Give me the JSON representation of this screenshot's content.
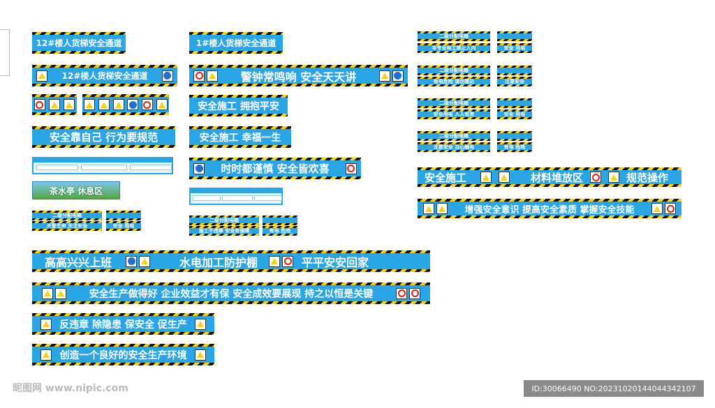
{
  "signs": {
    "s1": "12#楼人货梯安全通道",
    "s2": "1#楼人货梯安全通道",
    "s3": "12#楼人货梯安全通道",
    "s4": "警钟常鸣响  安全天天讲",
    "s5": "安全施工  拥抱平安",
    "s6": "安全靠自己  行为要规范",
    "s7": "安全施工  幸福一生",
    "s8": "时时都谨慎  安全皆欢喜",
    "s9_left": "安全施工",
    "s9_mid": "材料堆放区",
    "s9_right": "规范操作",
    "s10": "增强安全意识  提高安全素质  掌握安全技能",
    "s11_a": "高高兴兴上班",
    "s11_b": "水电加工防护棚",
    "s11_c": "平平安安回家",
    "s12": "安全生产做得好  企业效益才有保  安全成效要展现  持之以恒是关键",
    "s13": "反违章  除隐患  保安全  促生产",
    "s14": "创造一个良好的安全生产环境",
    "rest": "茶水亭  休息区"
  },
  "mini": {
    "m1": "二级分配电箱",
    "m2": "关爱生命  关注安全",
    "m3": "安全  用电",
    "m4": "二级分配电箱",
    "m5": "施工不违章  安全有保障",
    "m6": "有电  危险",
    "r1": "二级分配电箱",
    "r1b": "非专业电工禁止入内",
    "r1c": "安全  用电",
    "r2": "二级分配电箱",
    "r2b": "有电危险  请勿靠近",
    "r2c": "注意安全",
    "r3": "二级分配电箱",
    "r3b": "安全用电  人人有责",
    "r3c": "安全  用电",
    "r4": "二级分配电箱",
    "r4b": "注意安全  当心触电",
    "r4c": "有电  危险"
  },
  "footer": {
    "watermark": "昵图网 www.nipic.com",
    "id": "ID:30066490 NO:20231020144044342107"
  },
  "colors": {
    "sign_blue": "#2aa6e6",
    "stripe_yellow": "#f2d21b",
    "stripe_black": "#111111"
  }
}
